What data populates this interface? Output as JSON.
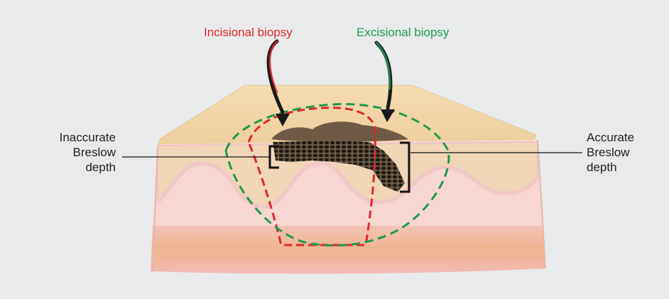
{
  "labels": {
    "incisional": "Incisional biopsy",
    "excisional": "Excisional biopsy",
    "inaccurate": [
      "Inaccurate",
      "Breslow",
      "depth"
    ],
    "accurate": [
      "Accurate",
      "Breslow",
      "depth"
    ]
  },
  "colors": {
    "incisional": "#e0262a",
    "excisional": "#1f9a4b",
    "background": "#e9eaec",
    "skin_top": "#f3d6a8",
    "dermis": "#f6cfcf",
    "fat": "#f0b7ad",
    "tumor": "#2c2418"
  }
}
